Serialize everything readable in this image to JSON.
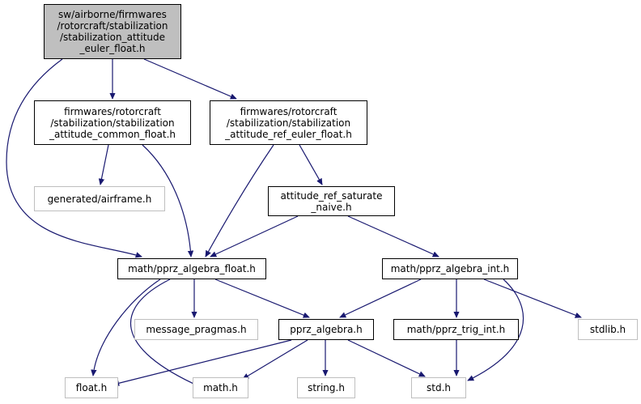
{
  "nodes": [
    {
      "id": "root",
      "kind": "root",
      "lines": [
        "sw/airborne/firmwares",
        "/rotorcraft/stabilization",
        "/stabilization_attitude",
        "_euler_float.h"
      ]
    },
    {
      "id": "common",
      "kind": "normal",
      "lines": [
        "firmwares/rotorcraft",
        "/stabilization/stabilization",
        "_attitude_common_float.h"
      ]
    },
    {
      "id": "ref",
      "kind": "normal",
      "lines": [
        "firmwares/rotorcraft",
        "/stabilization/stabilization",
        "_attitude_ref_euler_float.h"
      ]
    },
    {
      "id": "airframe",
      "kind": "ext",
      "lines": [
        "generated/airframe.h"
      ]
    },
    {
      "id": "saturate",
      "kind": "normal",
      "lines": [
        "attitude_ref_saturate",
        "_naive.h"
      ]
    },
    {
      "id": "algfloat",
      "kind": "normal",
      "lines": [
        "math/pprz_algebra_float.h"
      ]
    },
    {
      "id": "algint",
      "kind": "normal",
      "lines": [
        "math/pprz_algebra_int.h"
      ]
    },
    {
      "id": "msgprag",
      "kind": "ext",
      "lines": [
        "message_pragmas.h"
      ]
    },
    {
      "id": "pprzalg",
      "kind": "normal",
      "lines": [
        "pprz_algebra.h"
      ]
    },
    {
      "id": "trigint",
      "kind": "normal",
      "lines": [
        "math/pprz_trig_int.h"
      ]
    },
    {
      "id": "stdlib",
      "kind": "ext",
      "lines": [
        "stdlib.h"
      ]
    },
    {
      "id": "float",
      "kind": "ext",
      "lines": [
        "float.h"
      ]
    },
    {
      "id": "math",
      "kind": "ext",
      "lines": [
        "math.h"
      ]
    },
    {
      "id": "string",
      "kind": "ext",
      "lines": [
        "string.h"
      ]
    },
    {
      "id": "std",
      "kind": "ext",
      "lines": [
        "std.h"
      ]
    }
  ],
  "edges": [
    [
      "root",
      "common"
    ],
    [
      "root",
      "ref"
    ],
    [
      "root",
      "algfloat"
    ],
    [
      "common",
      "airframe"
    ],
    [
      "common",
      "algfloat"
    ],
    [
      "ref",
      "algfloat"
    ],
    [
      "ref",
      "saturate"
    ],
    [
      "saturate",
      "algfloat"
    ],
    [
      "saturate",
      "algint"
    ],
    [
      "algfloat",
      "msgprag"
    ],
    [
      "algfloat",
      "pprzalg"
    ],
    [
      "algfloat",
      "float"
    ],
    [
      "algfloat",
      "math"
    ],
    [
      "algint",
      "pprzalg"
    ],
    [
      "algint",
      "trigint"
    ],
    [
      "algint",
      "stdlib"
    ],
    [
      "algint",
      "std"
    ],
    [
      "pprzalg",
      "float"
    ],
    [
      "pprzalg",
      "math"
    ],
    [
      "pprzalg",
      "string"
    ],
    [
      "pprzalg",
      "std"
    ],
    [
      "trigint",
      "std"
    ]
  ],
  "colors": {
    "edge": "#191970",
    "root_fill": "#bfbfbf",
    "external_border": "#bfbfbf"
  }
}
